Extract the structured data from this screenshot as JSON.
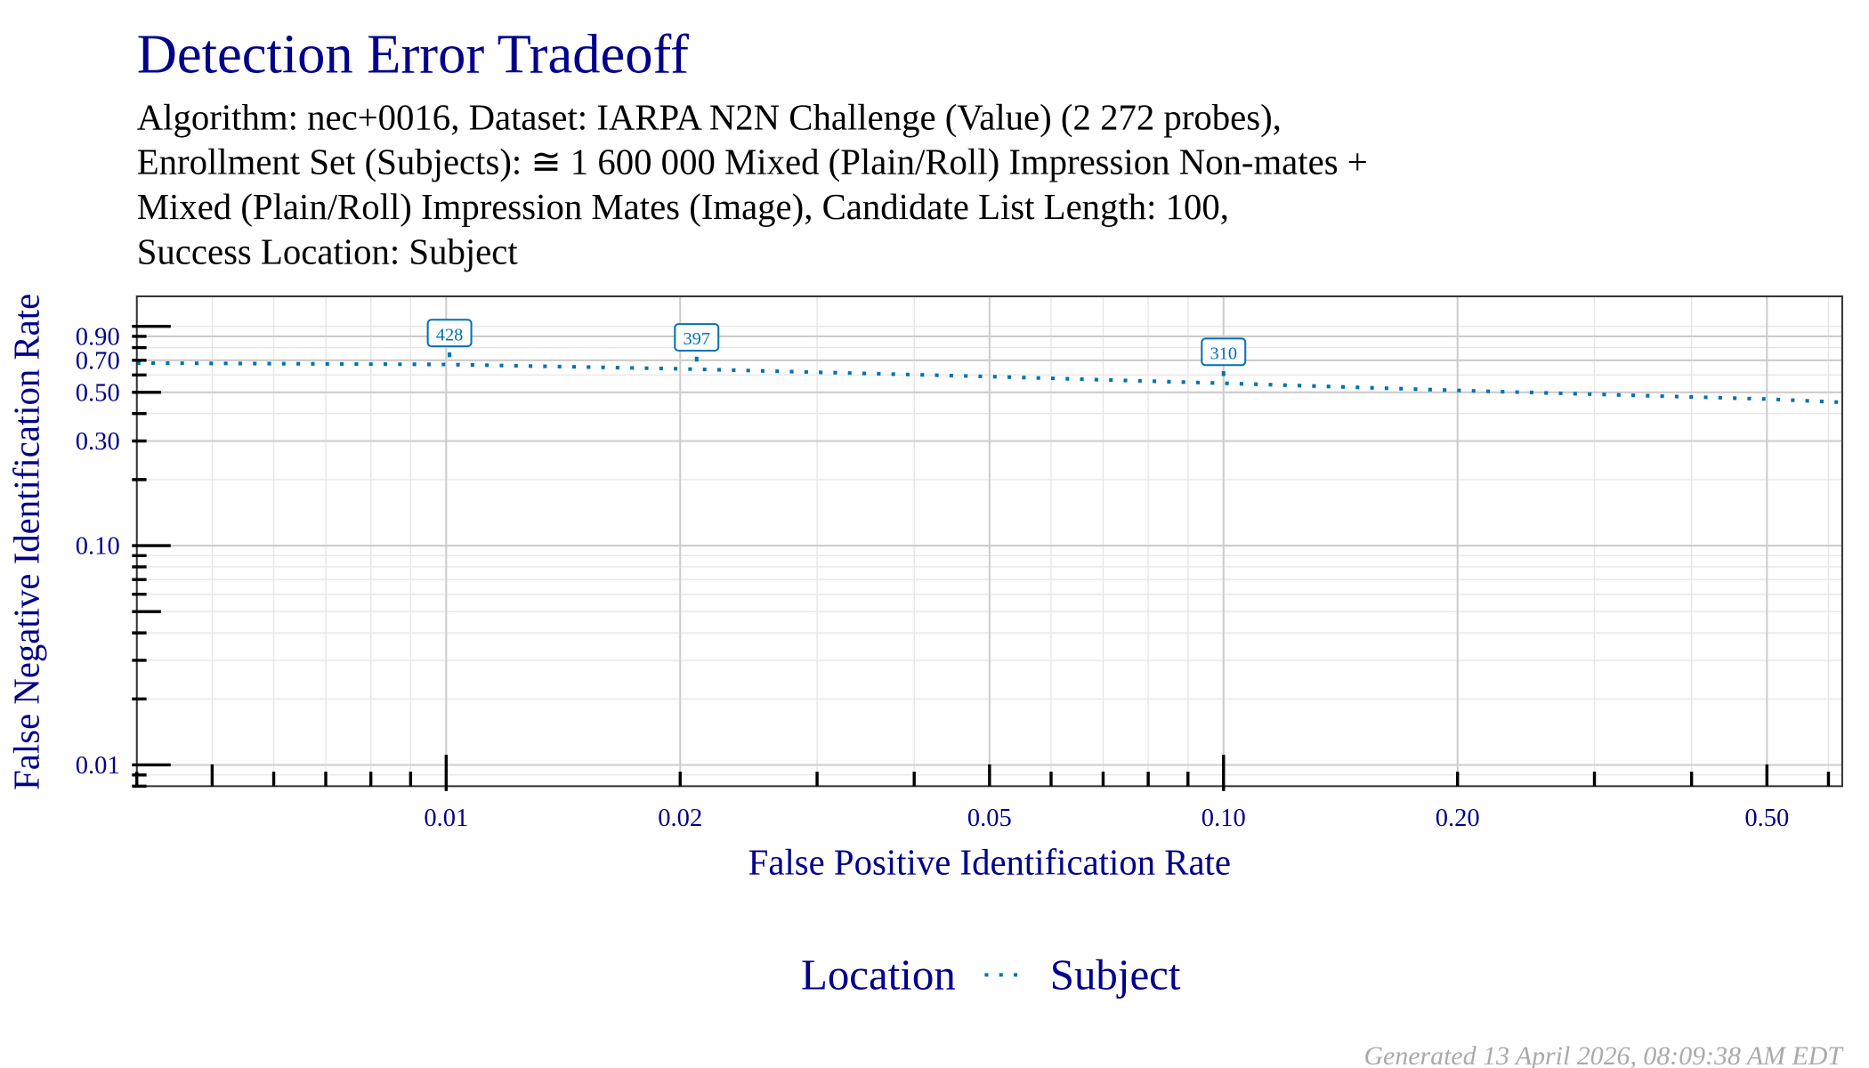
{
  "colors": {
    "text": "#00008B",
    "series": "#0072B2",
    "grid_major": "#cccccc",
    "grid_minor": "#e6e6e6",
    "footer": "#aaaaaa"
  },
  "chart_data": {
    "type": "line",
    "title": "Detection Error Tradeoff",
    "subtitle_lines": [
      "Algorithm: nec+0016, Dataset: IARPA N2N Challenge (Value) (2 272 probes),",
      "Enrollment Set (Subjects): ≅ 1 600 000 Mixed (Plain/Roll) Impression Non-mates +",
      "Mixed (Plain/Roll) Impression Mates (Image), Candidate List Length: 100,",
      "Success Location: Subject"
    ],
    "xlabel": "False Positive Identification Rate",
    "ylabel": "False Negative Identification Rate",
    "x_scale": "log",
    "y_scale": "log",
    "xlim": [
      0.004,
      0.625
    ],
    "ylim": [
      0.008,
      1.37
    ],
    "x_ticks": [
      {
        "value": 0.01,
        "label": "0.01"
      },
      {
        "value": 0.02,
        "label": "0.02"
      },
      {
        "value": 0.05,
        "label": "0.05"
      },
      {
        "value": 0.1,
        "label": "0.10"
      },
      {
        "value": 0.2,
        "label": "0.20"
      },
      {
        "value": 0.5,
        "label": "0.50"
      }
    ],
    "y_ticks": [
      {
        "value": 0.01,
        "label": "0.01"
      },
      {
        "value": 0.1,
        "label": "0.10"
      },
      {
        "value": 0.3,
        "label": "0.30"
      },
      {
        "value": 0.5,
        "label": "0.50"
      },
      {
        "value": 0.7,
        "label": "0.70"
      },
      {
        "value": 0.9,
        "label": "0.90"
      }
    ],
    "grid": true,
    "legend": {
      "position": "bottom",
      "title": "Location",
      "entries": [
        "Subject"
      ]
    },
    "series": [
      {
        "name": "Subject",
        "line_style": "dotted",
        "x": [
          0.004,
          0.01,
          0.02,
          0.05,
          0.1,
          0.2,
          0.5,
          0.625
        ],
        "y": [
          0.68,
          0.67,
          0.64,
          0.59,
          0.55,
          0.51,
          0.466,
          0.45
        ]
      }
    ],
    "annotations": [
      {
        "x": 0.0101,
        "y": 0.67,
        "label": "428"
      },
      {
        "x": 0.021,
        "y": 0.64,
        "label": "397"
      },
      {
        "x": 0.1,
        "y": 0.55,
        "label": "310"
      }
    ],
    "footer": "Generated 13 April 2026, 08:09:38 AM EDT"
  }
}
